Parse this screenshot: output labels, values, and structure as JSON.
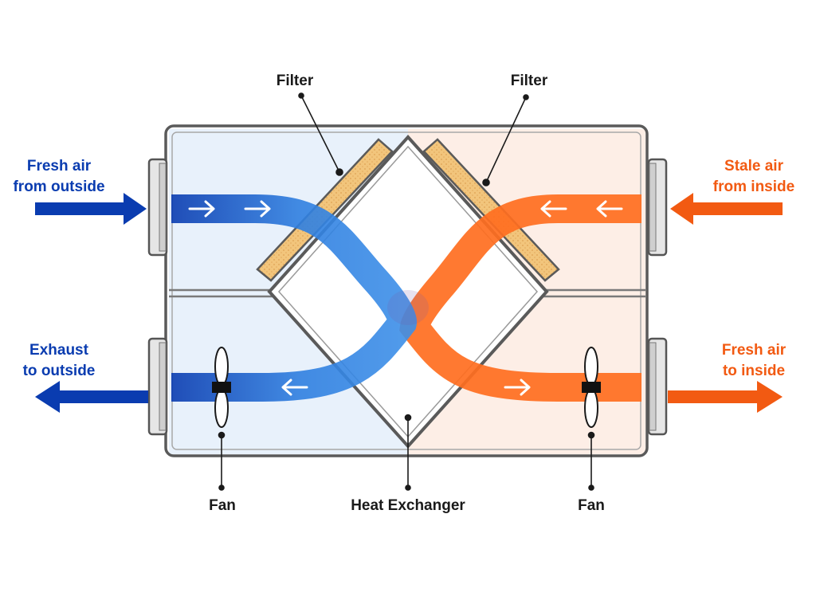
{
  "labels": {
    "filter_left": "Filter",
    "filter_right": "Filter",
    "fresh_from_outside": [
      "Fresh air",
      "from outside"
    ],
    "stale_from_inside": [
      "Stale air",
      "from inside"
    ],
    "exhaust_to_outside": [
      "Exhaust",
      "to outside"
    ],
    "fresh_to_inside": [
      "Fresh air",
      "to inside"
    ],
    "fan_left": "Fan",
    "heat_exchanger": "Heat Exchanger",
    "fan_right": "Fan"
  },
  "colors": {
    "cold_dark": "#0a3cb0",
    "cold_light": "#2f7fe0",
    "warm": "#f25a12",
    "warm_light": "#ff6e1f",
    "cold_zone": "#e8f1fb",
    "warm_zone": "#fdeee6",
    "filter": "#f2c57c",
    "housing": "#5a5a5a"
  },
  "icons": [
    "arrow-right-icon",
    "arrow-left-icon",
    "fan-icon",
    "filter-icon"
  ]
}
